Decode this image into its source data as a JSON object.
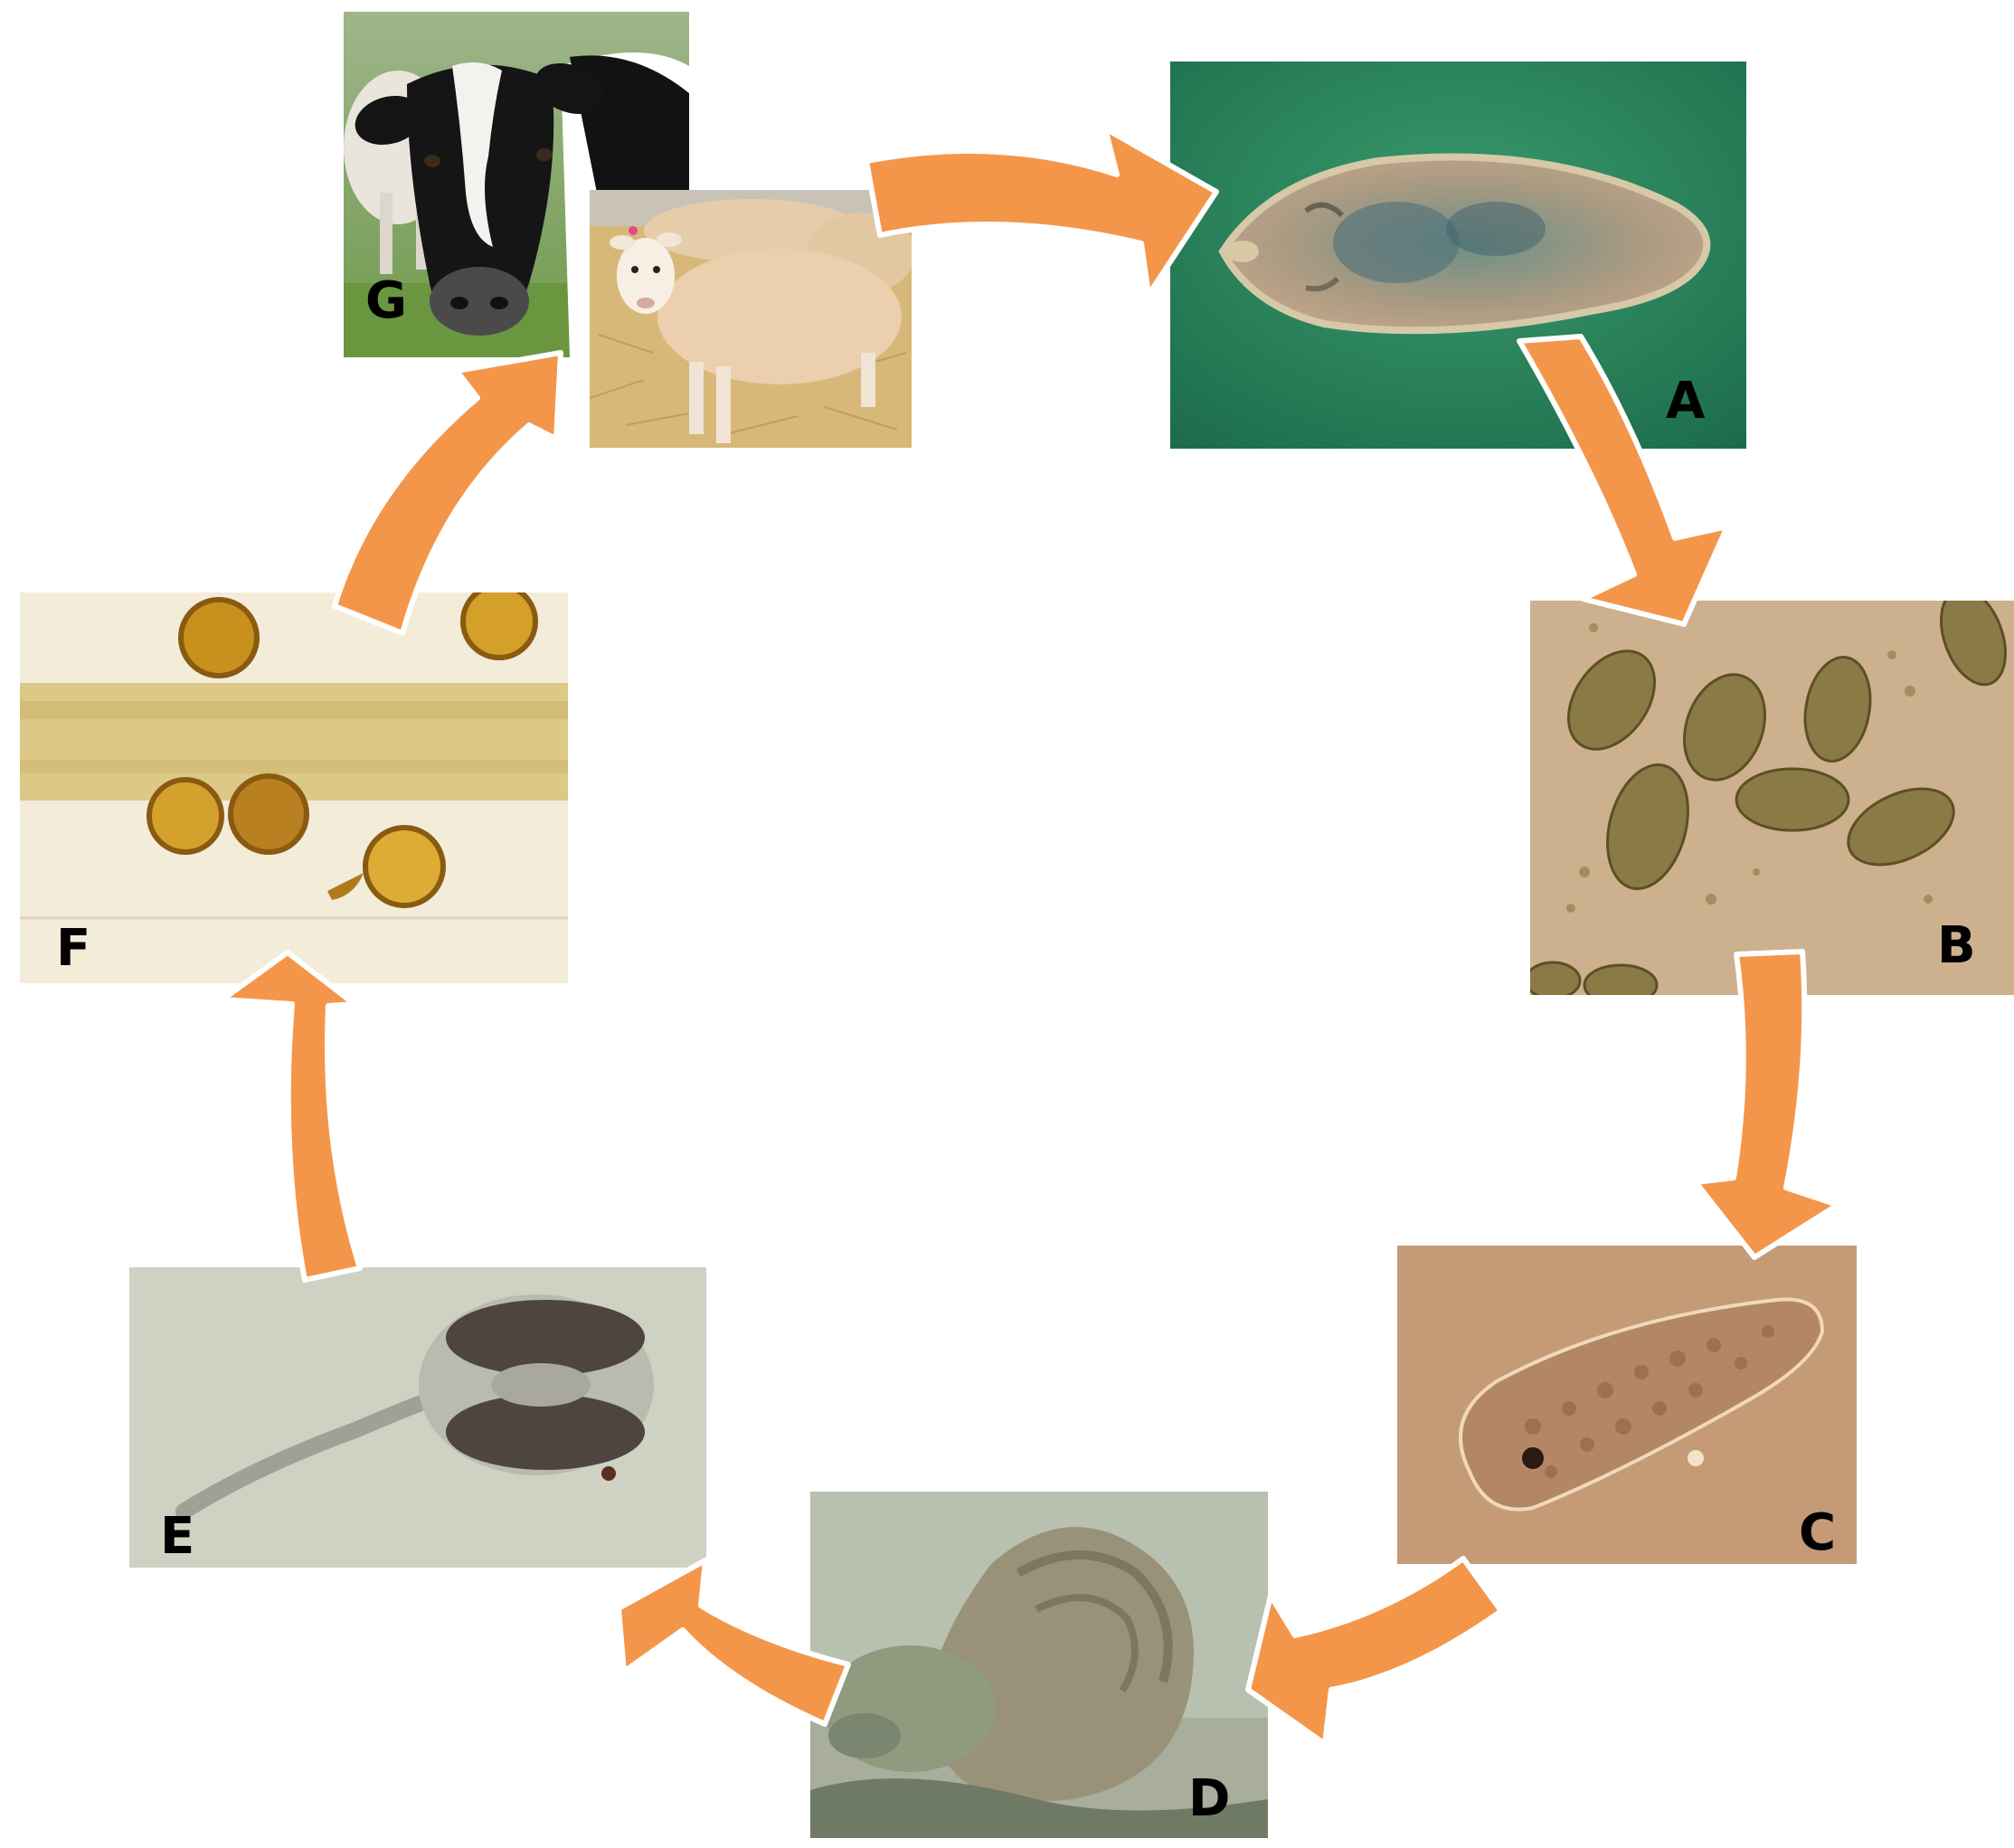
{
  "diagram": {
    "stages": [
      {
        "id": "G",
        "label": "G"
      },
      {
        "id": "A",
        "label": "A"
      },
      {
        "id": "B",
        "label": "B"
      },
      {
        "id": "C",
        "label": "C"
      },
      {
        "id": "D",
        "label": "D"
      },
      {
        "id": "E",
        "label": "E"
      },
      {
        "id": "F",
        "label": "F"
      }
    ],
    "cycle_order": [
      "G",
      "A",
      "B",
      "C",
      "D",
      "E",
      "F",
      "G"
    ],
    "colors": {
      "arrow": "#f4964a",
      "arrow_outline": "#ffffff",
      "label": "#000000"
    }
  }
}
